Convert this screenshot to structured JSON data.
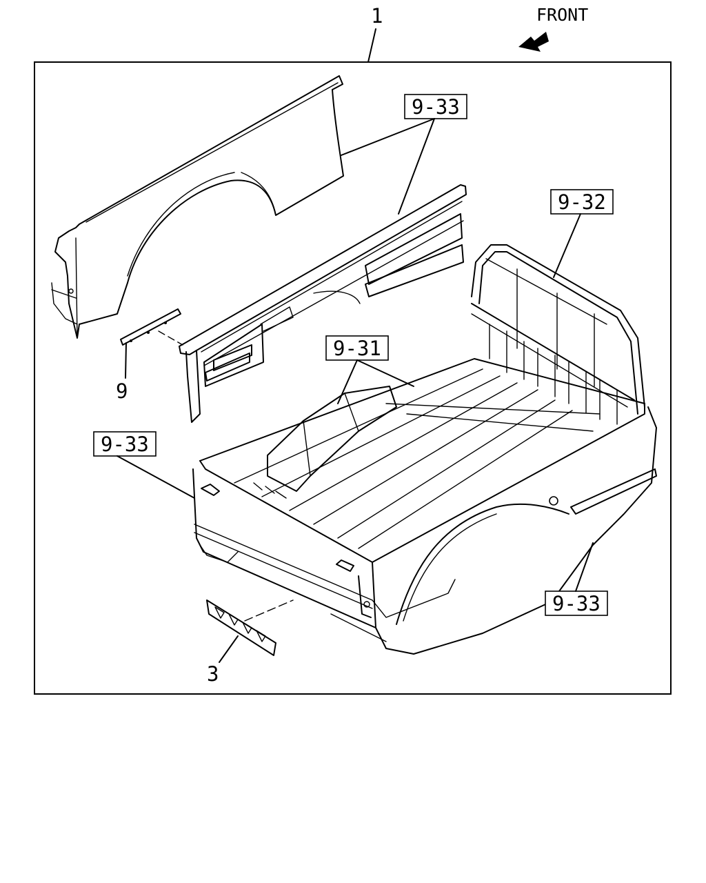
{
  "diagram": {
    "front_label": "FRONT",
    "callouts": {
      "assembly": "1",
      "bracket": "9",
      "lamp_plate": "3",
      "ref_outer_panel_top": "9-33",
      "ref_outer_panel_left": "9-33",
      "ref_outer_panel_right": "9-33",
      "ref_front_panel": "9-32",
      "ref_floor": "9-31"
    }
  }
}
